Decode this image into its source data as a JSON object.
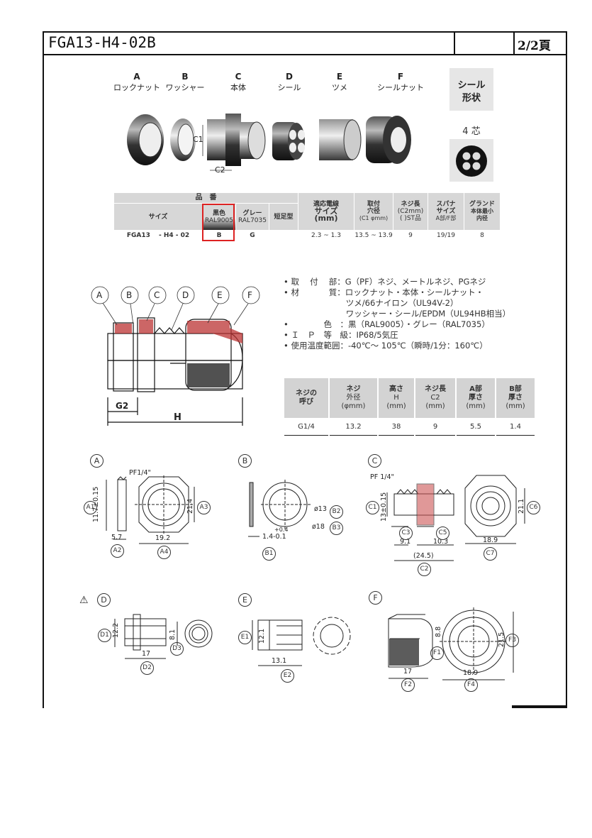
{
  "header": {
    "title": "FGA13-H4-02B",
    "page": "2/2頁"
  },
  "components": [
    {
      "letter": "A",
      "name": "ロックナット"
    },
    {
      "letter": "B",
      "name": "ワッシャー"
    },
    {
      "letter": "C",
      "name": "本体"
    },
    {
      "letter": "D",
      "name": "シール"
    },
    {
      "letter": "E",
      "name": "ツメ"
    },
    {
      "letter": "F",
      "name": "シールナット"
    }
  ],
  "photo_labels": {
    "c1": "C1",
    "c2": "C2"
  },
  "seal_shape": {
    "title_line1": "シール",
    "title_line2": "形状",
    "cores": "4 芯"
  },
  "spec_table": {
    "part_no": "品　番",
    "size": "サイズ",
    "black": "黒色",
    "black_ral": "RAL9005",
    "gray": "グレー",
    "gray_ral": "RAL7035",
    "short": "短足型",
    "cable_l1": "適応電線",
    "cable_l2": "サイズ",
    "cable_l3": "(mm)",
    "hole_l1": "取付",
    "hole_l2": "穴径",
    "hole_l3": "(C1 φmm)",
    "thread_l1": "ネジ長",
    "thread_l2": "(C2mm)",
    "thread_l3": "( )ST品",
    "spanner_l1": "スパナ",
    "spanner_l2": "サイズ",
    "spanner_l3": "A部/F部",
    "gland_l1": "グランド",
    "gland_l2": "本体最小",
    "gland_l3": "内径",
    "row": {
      "size": "FGA13　 - H4 - 02",
      "black": "B",
      "gray": "G",
      "cable": "2.3 ~ 1.3",
      "hole": "13.5 ~ 13.9",
      "thread": "9",
      "spanner": "19/19",
      "gland": "8"
    }
  },
  "assembly_labels": {
    "a": "A",
    "b": "B",
    "c": "C",
    "d": "D",
    "e": "E",
    "f": "F",
    "g2": "G2",
    "h": "H"
  },
  "properties": [
    "• 取　 付　 部：G（PF）ネジ、メートルネジ、PGネジ",
    "• 材　　　  質：ロックナット・本体・シールナット・",
    "　　　　　　　  ツメ/66ナイロン（UL94V-2）",
    "　　　　　　　  ワッシャー・シール/EPDM（UL94HB相当）",
    "•　　　　 色　：黒（RAL9005）・グレー（RAL7035）",
    "• Ｉ　Ｐ　等　級：IP68/5気圧",
    "• 使用温度範囲：-40℃～ 105℃（瞬時/1分：160℃）"
  ],
  "dim_table": {
    "headers": [
      [
        "ネジの",
        "呼び",
        ""
      ],
      [
        "ネジ",
        "外径",
        "(φmm)"
      ],
      [
        "高さ",
        "H",
        "(mm)"
      ],
      [
        "ネジ長",
        "C2",
        "(mm)"
      ],
      [
        "A部",
        "厚さ",
        "(mm)"
      ],
      [
        "B部",
        "厚さ",
        "(mm)"
      ]
    ],
    "values": [
      "G1/4",
      "13.2",
      "38",
      "9",
      "5.5",
      "1.4"
    ]
  },
  "drawings": {
    "A": {
      "tag": "A",
      "thread": "PF1/4\"",
      "h": "11.7±0.15",
      "w1": "5.7",
      "w2": "19.2",
      "dia": "21.4",
      "c1": "A1",
      "c2": "A2",
      "c3": "A3",
      "c4": "A4"
    },
    "B": {
      "tag": "B",
      "d1": "ø13",
      "d2": "ø18",
      "tol": "+0.4",
      "t": "1.4-0.1",
      "c1": "B1",
      "c2": "B2",
      "c3": "B3"
    },
    "C": {
      "tag": "C",
      "thread": "PF 1/4\"",
      "h": "13±0.15",
      "d": "21.1",
      "w1": "9.1",
      "w2": "10.3",
      "w3": "(24.5)",
      "w4": "18.9",
      "c1": "C1",
      "c3": "C3",
      "c5": "C5",
      "c2": "C2",
      "c6": "C6",
      "c7": "C7"
    },
    "D": {
      "warn": "⚠",
      "tag": "D",
      "h": "12.2",
      "d": "8.1",
      "w": "17",
      "c1": "D1",
      "c2": "D2",
      "c3": "D3"
    },
    "E": {
      "tag": "E",
      "h": "12.1",
      "w": "13.1",
      "c1": "E1",
      "c2": "E2"
    },
    "F": {
      "tag": "F",
      "h": "8.8",
      "d": "21.5",
      "w1": "17",
      "w2": "18.9",
      "c1": "F1",
      "c2": "F2",
      "c3": "F3",
      "c4": "F4"
    }
  }
}
